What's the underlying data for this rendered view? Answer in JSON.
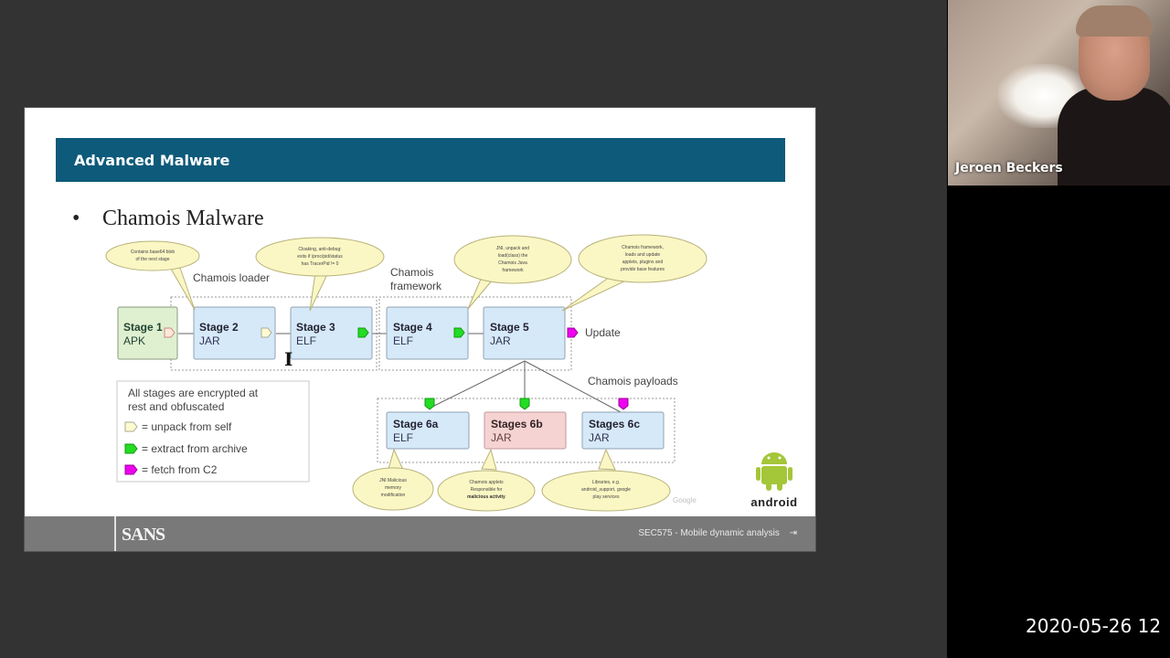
{
  "slide": {
    "header_title": "Advanced Malware",
    "bullet": "Chamois Malware",
    "footer": {
      "logo": "SANS",
      "course": "SEC575 - Mobile dynamic analysis",
      "page_marker": "⇥"
    }
  },
  "diagram": {
    "groups": {
      "loader": "Chamois loader",
      "framework_line1": "Chamois",
      "framework_line2": "framework",
      "payloads": "Chamois payloads"
    },
    "stages": [
      {
        "id": "stage1",
        "title": "Stage 1",
        "type": "APK",
        "color": "#dff0d0"
      },
      {
        "id": "stage2",
        "title": "Stage 2",
        "type": "JAR",
        "color": "#d6e9f8"
      },
      {
        "id": "stage3",
        "title": "Stage 3",
        "type": "ELF",
        "color": "#d6e9f8"
      },
      {
        "id": "stage4",
        "title": "Stage 4",
        "type": "ELF",
        "color": "#d6e9f8"
      },
      {
        "id": "stage5",
        "title": "Stage 5",
        "type": "JAR",
        "color": "#d6e9f8"
      },
      {
        "id": "stage6a",
        "title": "Stage 6a",
        "type": "ELF",
        "color": "#d6e9f8"
      },
      {
        "id": "stage6b",
        "title": "Stages 6b",
        "type": "JAR",
        "color": "#f6d3d3"
      },
      {
        "id": "stage6c",
        "title": "Stages 6c",
        "type": "JAR",
        "color": "#d6e9f8"
      }
    ],
    "update_label": "Update",
    "callouts": {
      "stage2": [
        "Contains base64 blob",
        "of the next stage"
      ],
      "stage3": [
        "Cloaking, anti-debug:",
        "exits if /proc/pid/status",
        "has TracerPid != 0"
      ],
      "stage4": [
        "JNI, unpack and",
        "load(class) the",
        "Chamois Java",
        "framework"
      ],
      "stage5": [
        "Chamois framework,",
        "loads and update",
        "applets, plugins and",
        "provide base features"
      ],
      "stage6a": [
        "JNI Malicious",
        "memory",
        "modification"
      ],
      "stage6b": [
        "Chamois applets",
        "Responsible for",
        "malicious activity"
      ],
      "stage6c": [
        "Libraries, e.g.",
        "android_support, google",
        "play services"
      ]
    },
    "legend": {
      "heading_line1": "All stages are encrypted at",
      "heading_line2": "rest and obfuscated",
      "items": [
        {
          "label": "= unpack from self",
          "color": "#fffbd0"
        },
        {
          "label": "= extract from archive",
          "color": "#22dd22"
        },
        {
          "label": "= fetch from C2",
          "color": "#ee00ee"
        }
      ]
    },
    "source_credit": "Google",
    "android_logo_text": "android",
    "connector_colors": {
      "unpack": "#fffbd0",
      "extract": "#22dd22",
      "fetch": "#ee00ee"
    }
  },
  "video": {
    "presenter_name": "Jeroen Beckers",
    "timestamp": "2020-05-26 12"
  }
}
